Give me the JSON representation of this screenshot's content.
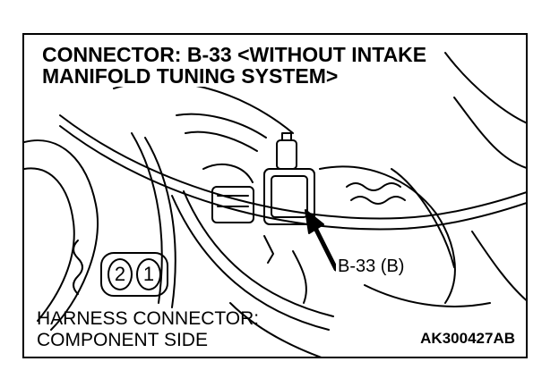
{
  "diagram": {
    "title_line1": "CONNECTOR: B-33 <WITHOUT INTAKE",
    "title_line2": "MANIFOLD TUNING SYSTEM>",
    "callout_label": "B-33 (B)",
    "harness_line1": "HARNESS CONNECTOR:",
    "harness_line2": "COMPONENT SIDE",
    "pins": [
      "2",
      "1"
    ],
    "figure_code": "AK300427AB"
  }
}
